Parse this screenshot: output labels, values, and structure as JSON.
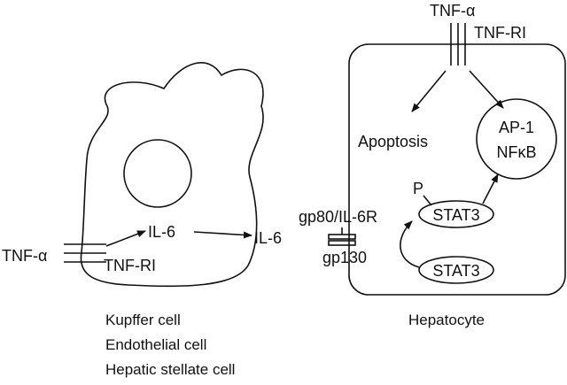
{
  "left_cell": {
    "ligand": "TNF-α",
    "receptor": "TNF-RI",
    "product": "IL-6",
    "captions": [
      "Kupffer cell",
      "Endothelial cell",
      "Hepatic stellate cell"
    ]
  },
  "secreted": "IL-6",
  "receptor_complex": {
    "top": "gp80/IL-6R",
    "bottom": "gp130"
  },
  "hepatocyte": {
    "ligand": "TNF-α",
    "receptor": "TNF-RI",
    "apoptosis": "Apoptosis",
    "nucleus_factors": [
      "AP-1",
      "NFκB"
    ],
    "phospho_label": "P",
    "stat_active": "STAT3",
    "stat_inactive": "STAT3",
    "caption": "Hepatocyte"
  },
  "colors": {
    "ink": "#111111",
    "background": "#ffffff"
  }
}
